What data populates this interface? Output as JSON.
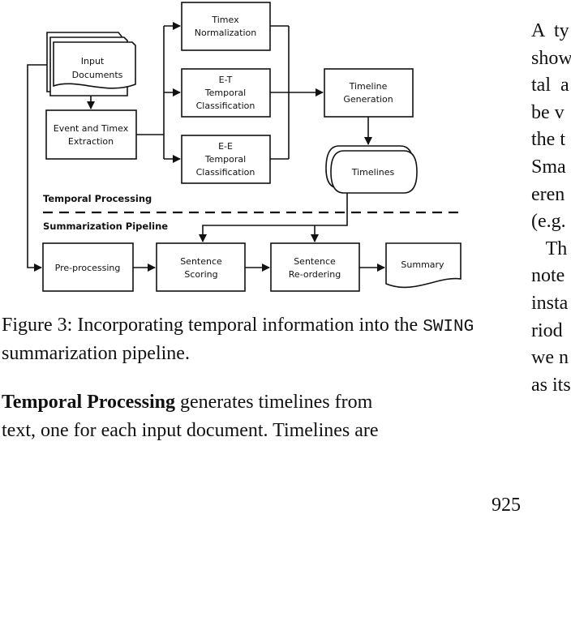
{
  "diagram": {
    "nodes": {
      "input_documents": [
        "Input",
        "Documents"
      ],
      "event_extraction": [
        "Event and Timex",
        "Extraction"
      ],
      "timex_normalization": [
        "Timex",
        "Normalization"
      ],
      "et_classification": [
        "E-T",
        "Temporal",
        "Classification"
      ],
      "ee_classification": [
        "E-E",
        "Temporal",
        "Classification"
      ],
      "timeline_generation": [
        "Timeline",
        "Generation"
      ],
      "timelines": "Timelines",
      "preprocessing": "Pre-processing",
      "sentence_scoring": [
        "Sentence",
        "Scoring"
      ],
      "sentence_reordering": [
        "Sentence",
        "Re-ordering"
      ],
      "summary": "Summary"
    },
    "section_labels": {
      "temporal": "Temporal Processing",
      "summarization": "Summarization Pipeline"
    }
  },
  "caption": {
    "prefix": "Figure 3: Incorporating temporal information into the ",
    "system": "SWING",
    "suffix": " summarization pipeline."
  },
  "paragraph": {
    "lead": "Temporal Processing",
    "line1_rest": " generates timelines from",
    "line2": "text, one for each input document.  Timelines are"
  },
  "right_column": [
    "A  ty",
    "show",
    "tal  a",
    "be v",
    "the t",
    "Sma",
    "eren",
    "(e.g.",
    "   Th",
    "note",
    "insta",
    "riod",
    "we n",
    "as its"
  ],
  "page_number": "925"
}
